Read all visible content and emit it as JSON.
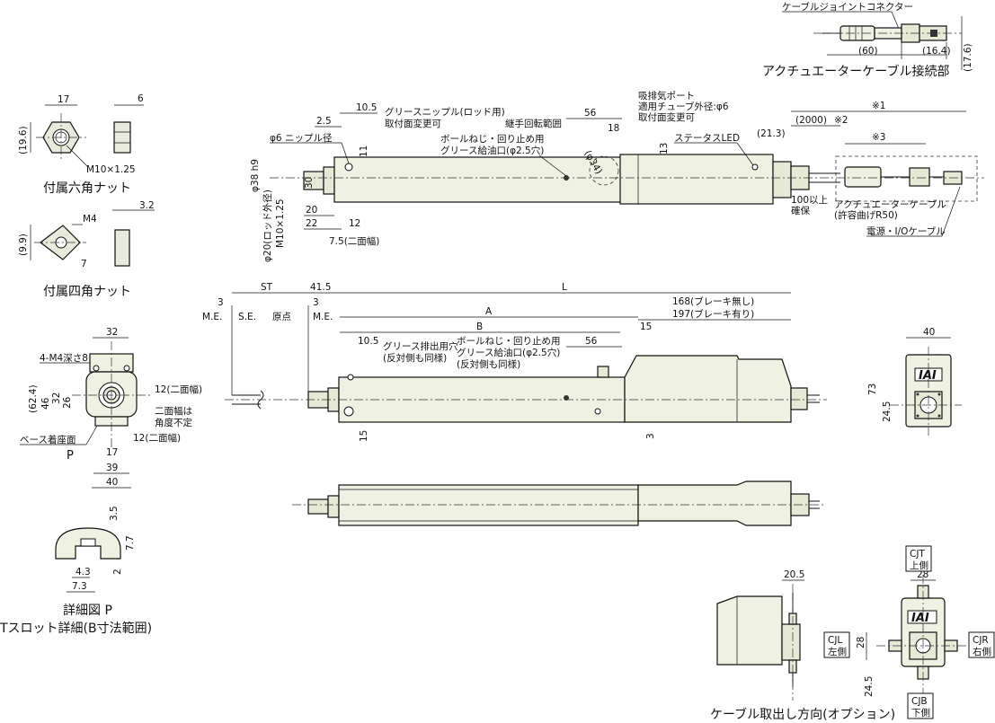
{
  "labels": {
    "connector_top": "ケーブルジョイントコネクター",
    "conn_dim_60": "(60)",
    "conn_dim_164": "(16.4)",
    "conn_dim_176": "(17.6)",
    "conn_title": "アクチュエーターケーブル接続部",
    "hex_17": "17",
    "hex_6": "6",
    "hex_196": "(19.6)",
    "hex_thread": "M10×1.25",
    "hex_title": "付属六角ナット",
    "sq_m4": "M4",
    "sq_32": "3.2",
    "sq_99": "(9.9)",
    "sq_7": "7",
    "sq_title": "付属四角ナット",
    "d_105": "10.5",
    "d_25": "2.5",
    "grease_rod_1": "グリースニップル(ロッド用)",
    "grease_rod_2": "取付面変更可",
    "nipple": "φ6 ニップル径",
    "d_11": "11",
    "joint_rot": "継手回転範囲",
    "ball_1": "ボールねじ・回り止め用",
    "ball_2": "グリース給油口(φ2.5穴)",
    "d_56": "56",
    "d_18": "18",
    "d_34": "(φ34)",
    "exhaust_1": "吸排気ポート",
    "exhaust_2": "適用チューブ外径:φ6",
    "exhaust_3": "取付面変更可",
    "d_13": "13",
    "status_led": "ステータスLED",
    "d_213": "(21.3)",
    "d_2000": "(2000)",
    "note2": "※2",
    "note1": "※1",
    "note3": "※3",
    "d_38": "φ38 h9",
    "d_20rod": "φ20(ロッド外径)",
    "d_m10": "M10×1.25",
    "d_30": "30",
    "d_20": "20",
    "d_22": "22",
    "d_12": "12",
    "d_75": "7.5(二面幅)",
    "d_100": "100以上",
    "d_100b": "確保",
    "act_cable_1": "アクチュエーターケーブル",
    "act_cable_2": "(許容曲げR50)",
    "power_cable": "電源・I/Oケーブル",
    "st": "ST",
    "d_415": "41.5",
    "l": "L",
    "d_3a": "3",
    "d_3b": "3",
    "me1": "M.E.",
    "se": "S.E.",
    "origin": "原点",
    "me2": "M.E.",
    "a": "A",
    "b": "B",
    "d_168": "168(ブレーキ無し)",
    "d_197": "197(ブレーキ有り)",
    "d_105b": "10.5",
    "grease_exhaust_1": "グリース排出用穴",
    "grease_exhaust_2": "(反対側も同様)",
    "ball2_1": "ボールねじ・回り止め用",
    "ball2_2": "グリース給油口(φ2.5穴)",
    "ball2_3": "(反対側も同様)",
    "d_56b": "56",
    "d_15": "15",
    "d_15b": "15",
    "d_3c": "3",
    "fv_32": "32",
    "fv_m4": "4-M4深さ8",
    "fv_624": "(62.4)",
    "fv_46": "46",
    "fv_32v": "32",
    "fv_26": "26",
    "fv_12a": "12(二面幅)",
    "fv_flat_1": "二面幅は",
    "fv_flat_2": "角度不定",
    "fv_12b": "12(二面幅)",
    "fv_base": "ベース着座面",
    "fv_p": "P",
    "fv_17": "17",
    "fv_39": "39",
    "fv_40": "40",
    "rv_40": "40",
    "rv_73": "73",
    "rv_245": "24.5",
    "rv_logo": "IAI",
    "tslot_35": "3.5",
    "tslot_77": "7.7",
    "tslot_2": "2",
    "tslot_43": "4.3",
    "tslot_73": "7.3",
    "tslot_title1": "詳細図 P",
    "tslot_title2": "Tスロット詳細(B寸法範囲)",
    "opt_205": "20.5",
    "opt_title": "ケーブル取出し方向(オプション)",
    "cjt_1": "CJT",
    "cjt_2": "上側",
    "cjl_1": "CJL",
    "cjl_2": "左側",
    "cjr_1": "CJR",
    "cjr_2": "右側",
    "cjb_1": "CJB",
    "cjb_2": "下側",
    "opt_28a": "28",
    "opt_28b": "28",
    "opt_245": "24.5"
  },
  "colors": {
    "body": "#eff1e2",
    "line": "#111111"
  }
}
